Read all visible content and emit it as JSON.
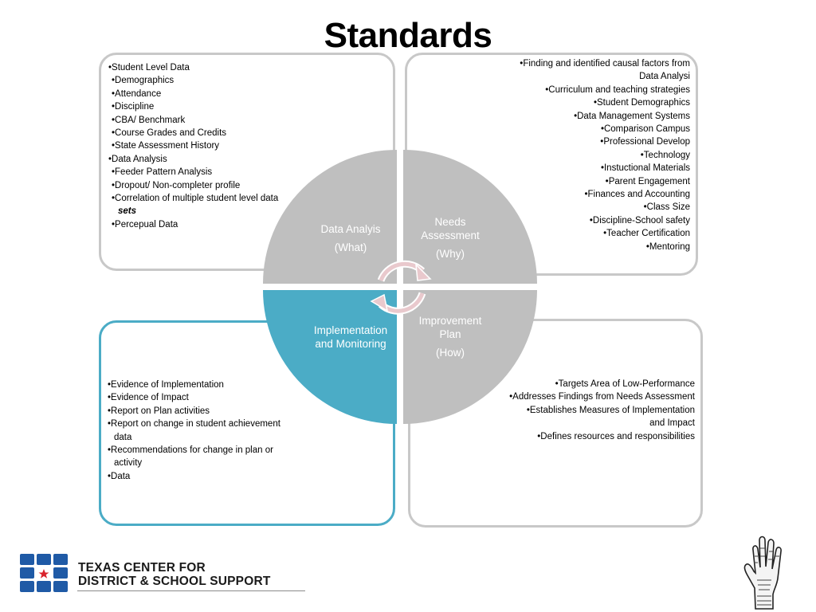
{
  "title": "Standards",
  "data_analysis": {
    "items": [
      {
        "text": "•Student Level Data",
        "indent": false
      },
      {
        "text": "•Demographics",
        "indent": true
      },
      {
        "text": "•Attendance",
        "indent": true
      },
      {
        "text": "•Discipline",
        "indent": true
      },
      {
        "text": "•CBA/ Benchmark",
        "indent": true
      },
      {
        "text": "•Course Grades and Credits",
        "indent": true
      },
      {
        "text": "•State Assessment History",
        "indent": true
      },
      {
        "text": "•Data Analysis",
        "indent": false
      },
      {
        "text": "•Feeder Pattern Analysis",
        "indent": true
      },
      {
        "text": "•Dropout/ Non-completer profile",
        "indent": true
      },
      {
        "text": "•Correlation of multiple student level data",
        "indent": true,
        "emphasis": "sets"
      },
      {
        "text": "•Percepual Data",
        "indent": true
      }
    ]
  },
  "needs_assessment": {
    "items": [
      "•Finding and identified causal  factors from",
      "Data Analysi",
      "•Curriculum and teaching strategies",
      "•Student Demographics",
      "•Data Management Systems",
      "•Comparison Campus",
      "•Professional Develop",
      "•Technology",
      "•Instuctional Materials",
      "•Parent Engagement",
      "•Finances and Accounting",
      "•Class Size",
      "•Discipline-School safety",
      "•Teacher Certification",
      "•Mentoring"
    ]
  },
  "implementation": {
    "items": [
      {
        "text": "•Evidence of Implementation"
      },
      {
        "text": "•Evidence of Impact"
      },
      {
        "text": "•Report on Plan activities"
      },
      {
        "text": "•Report on change in student achievement",
        "cont": "data"
      },
      {
        "text": "•Recommendations for change in plan or",
        "cont": "activity"
      },
      {
        "text": "•Data"
      }
    ]
  },
  "improvement": {
    "items": [
      "•Targets Area of Low-Performance",
      "•Addresses Findings from Needs Assessment",
      "•Establishes Measures of Implementation",
      "and Impact",
      "•Defines resources and responsibilities"
    ]
  },
  "cycle": {
    "q1": {
      "line1": "Data Analyis",
      "line2": "(What)"
    },
    "q2": {
      "line1": "Needs",
      "line2": "Assessment",
      "line3": "(Why)"
    },
    "q3": {
      "line1": "Implementation",
      "line2": "and Monitoring"
    },
    "q4": {
      "line1": "Improvement",
      "line2": "Plan",
      "line3": "(How)"
    }
  },
  "colors": {
    "quadrant_gray": "#bfbfbf",
    "quadrant_teal": "#4bacc6",
    "box_border": "#c8c8c8",
    "logo_blue": "#1f5aa6",
    "logo_star": "#d9232d"
  },
  "footer": {
    "line1": "TEXAS CENTER FOR",
    "line2": "DISTRICT & SCHOOL SUPPORT"
  }
}
